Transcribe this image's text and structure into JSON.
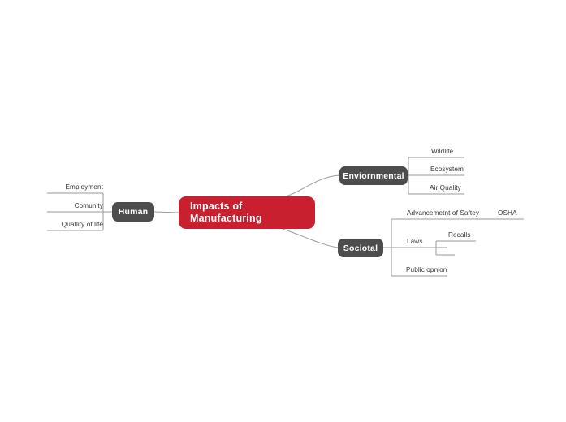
{
  "mindmap": {
    "central": {
      "label": "Impacts of\nManufacturing",
      "color": "#c8202f",
      "text_color": "#ffffff"
    },
    "branch_color": "#4d4d4d",
    "line_color": "#9a9a9a",
    "branches": [
      {
        "id": "human",
        "label": "Human",
        "side": "left",
        "children": [
          {
            "label": "Employment"
          },
          {
            "label": "Comunity"
          },
          {
            "label": "Quatlity of life"
          }
        ]
      },
      {
        "id": "environmental",
        "label": "Enviornmental",
        "side": "right",
        "children": [
          {
            "label": "Wildlife"
          },
          {
            "label": "Ecosystem"
          },
          {
            "label": "Air Quality"
          }
        ]
      },
      {
        "id": "societal",
        "label": "Sociotal",
        "side": "right",
        "children": [
          {
            "label": "Advancemetnt of Saftey",
            "sibling_label": "OSHA"
          },
          {
            "label": "Laws",
            "children": [
              {
                "label": "Recalls"
              },
              {
                "label": ""
              }
            ]
          },
          {
            "label": "Public opnion"
          }
        ]
      }
    ]
  }
}
